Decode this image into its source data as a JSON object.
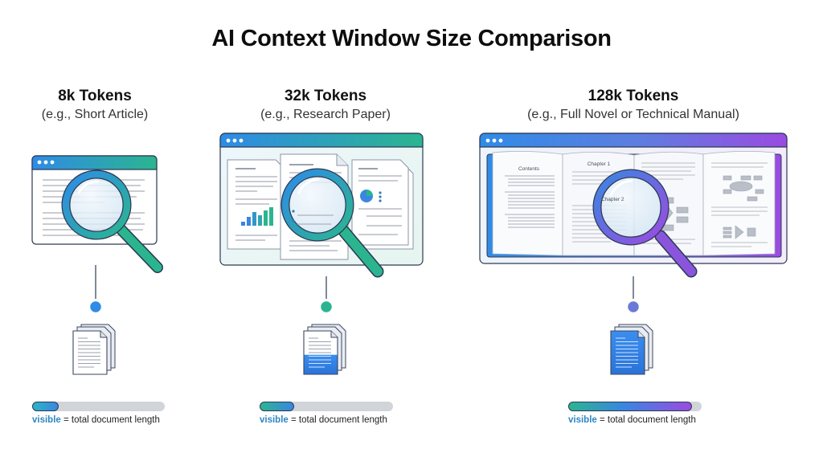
{
  "title": "AI Context Window Size Comparison",
  "colors": {
    "blue": "#2f8be6",
    "teal": "#2bb58f",
    "purple": "#9b4be0",
    "track": "#d1d4d9",
    "caption_accent": "#2e86c1"
  },
  "tiers": [
    {
      "tokens": "8k Tokens",
      "example": "(e.g., Short Article)",
      "illustration": "browser-window-article",
      "visible_fraction": 0.2,
      "doc_fill_fraction": 0.0,
      "caption_accent": "visible",
      "caption_rest": " = total document length"
    },
    {
      "tokens": "32k Tokens",
      "example": "(e.g., Research Paper)",
      "illustration": "browser-window-research-papers",
      "visible_fraction": 0.26,
      "doc_fill_fraction": 0.45,
      "caption_accent": "visible",
      "caption_rest": " = total document length"
    },
    {
      "tokens": "128k Tokens",
      "example": "(e.g., Full Novel or Technical Manual)",
      "illustration": "browser-window-open-book",
      "visible_fraction": 0.93,
      "doc_fill_fraction": 1.0,
      "caption_accent": "visible",
      "caption_rest": " = total document length",
      "book": {
        "contents_heading": "Contents",
        "chapter1_heading": "Chapter 1",
        "chapter2_heading": "Chapter 2"
      }
    }
  ],
  "icons": {
    "magnifier": "magnifying-glass-icon",
    "window_dots": "window-controls-icon",
    "document_stack": "document-stack-icon"
  }
}
